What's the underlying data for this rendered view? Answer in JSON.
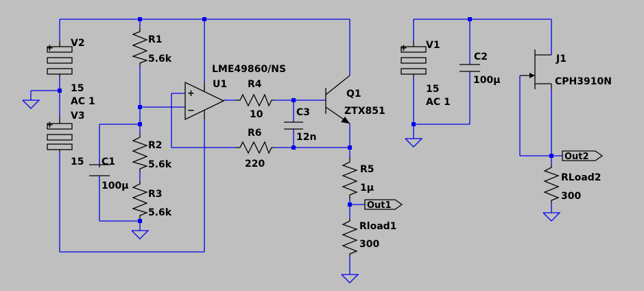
{
  "labels": {
    "v2": "V2",
    "v2_value": "15",
    "v2_ac": "AC 1",
    "v3": "V3",
    "v3_value": "15",
    "r1": "R1",
    "r1_value": "5.6k",
    "r2": "R2",
    "r2_value": "5.6k",
    "r3": "R3",
    "r3_value": "5.6k",
    "c1": "C1",
    "c1_value": "100µ",
    "u1_part": "LME49860/NS",
    "u1": "U1",
    "r4": "R4",
    "r4_value": "10",
    "r6": "R6",
    "r6_value": "220",
    "c3": "C3",
    "c3_value": "12n",
    "q1": "Q1",
    "q1_part": "ZTX851",
    "r5": "R5",
    "r5_value": "1µ",
    "out1": "Out1",
    "rload1": "Rload1",
    "rload1_value": "300",
    "v1": "V1",
    "v1_value": "15",
    "v1_ac": "AC 1",
    "c2": "C2",
    "c2_value": "100µ",
    "j1": "J1",
    "j1_part": "CPH3910N",
    "out2": "Out2",
    "rload2": "RLoad2",
    "rload2_value": "300"
  },
  "opamp_pins": {
    "plus": "+",
    "minus": "−"
  },
  "colors": {
    "background": "#bfbfbf",
    "wire": "#0000ee",
    "component": "#000000"
  }
}
